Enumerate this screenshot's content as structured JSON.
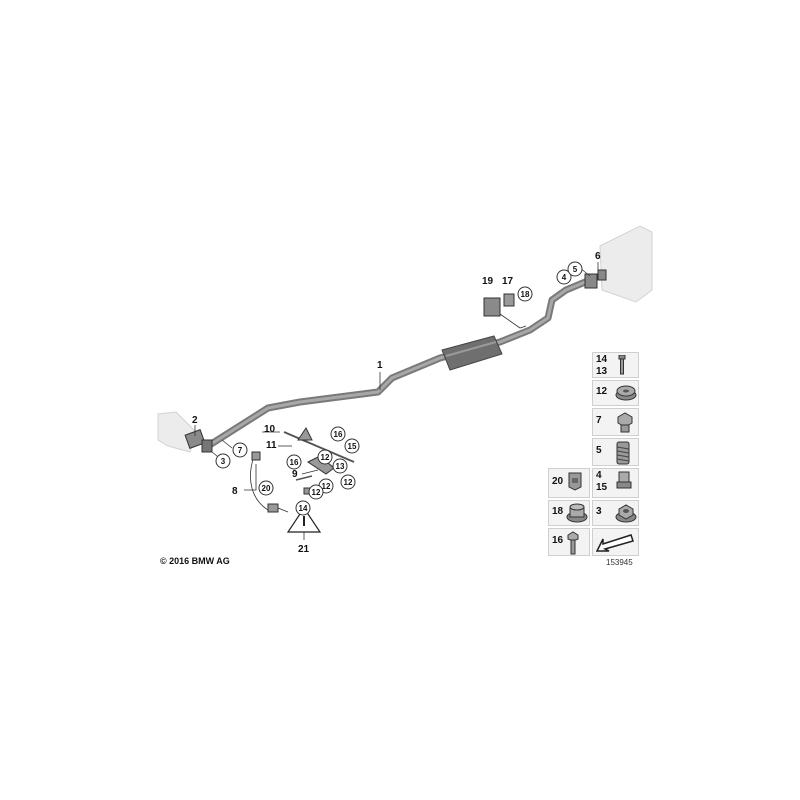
{
  "copyright": "© 2016 BMW AG",
  "image_number": "153945",
  "colors": {
    "pipe": "#8c8c8c",
    "pipe_dark": "#6b6b6b",
    "ghost": "#e6e6e6",
    "panel_bg": "#f3f3f3"
  },
  "callouts": [
    "1",
    "2",
    "3",
    "4",
    "5",
    "6",
    "7",
    "8",
    "9",
    "10",
    "11",
    "12",
    "13",
    "14",
    "15",
    "16",
    "17",
    "18",
    "19",
    "20",
    "21"
  ],
  "panel": {
    "cells": [
      {
        "labels": [
          "14",
          "13"
        ],
        "icon": "bolt-icon"
      },
      {
        "labels": [
          "12"
        ],
        "icon": "washer-icon"
      },
      {
        "labels": [
          "7"
        ],
        "icon": "hex-nut-icon"
      },
      {
        "labels": [
          "5"
        ],
        "icon": "spring-icon"
      },
      {
        "labels": [
          "20"
        ],
        "icon": "clip-nut-icon"
      },
      {
        "labels": [
          "4",
          "15"
        ],
        "icon": "collar-nut-icon"
      },
      {
        "labels": [
          "18"
        ],
        "icon": "sleeve-nut-icon"
      },
      {
        "labels": [
          "3"
        ],
        "icon": "flange-nut-icon"
      },
      {
        "labels": [
          "16"
        ],
        "icon": "hex-bolt-icon"
      },
      {
        "labels": [
          ""
        ],
        "icon": "arrow-icon"
      }
    ]
  }
}
